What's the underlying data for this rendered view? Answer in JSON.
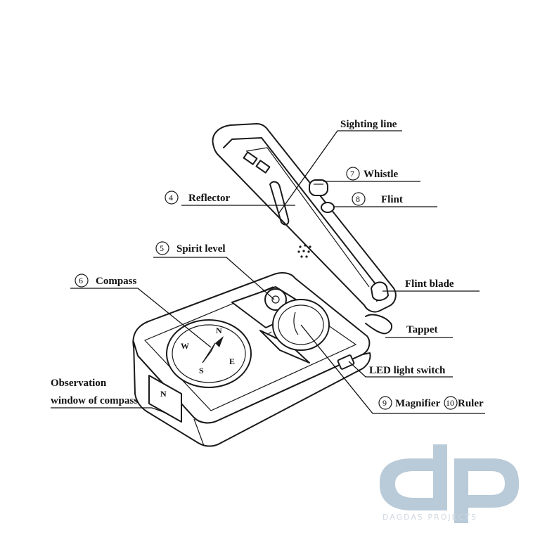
{
  "labels": {
    "sighting_line": "Sighting line",
    "whistle": "Whistle",
    "whistle_num": "7",
    "reflector": "Reflector",
    "reflector_num": "4",
    "flint": "Flint",
    "flint_num": "8",
    "spirit_level": "Spirit level",
    "spirit_level_num": "5",
    "compass": "Compass",
    "compass_num": "6",
    "flint_blade": "Flint blade",
    "tappet": "Tappet",
    "led_switch": "LED light switch",
    "observation_line1": "Observation",
    "observation_line2": "window of compass",
    "magnifier": "Magnifier",
    "magnifier_num": "9",
    "ruler": "Ruler",
    "ruler_num": "10"
  },
  "compass_letters": {
    "n": "N",
    "s": "S",
    "e": "E",
    "w": "W",
    "window_n": "N"
  },
  "watermark": {
    "logo": "dp",
    "text": "DAGDAS PROJECTS",
    "color": "#b9cad8"
  }
}
